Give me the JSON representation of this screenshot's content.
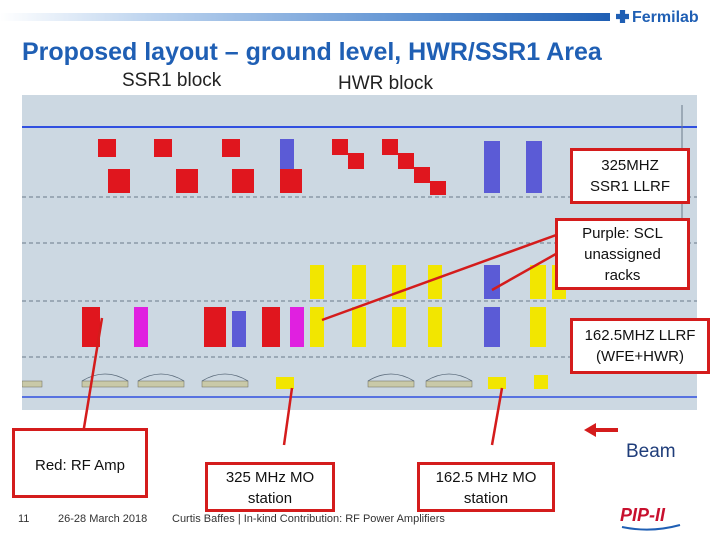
{
  "header": {
    "logo_text": "Fermilab",
    "title": "Proposed layout – ground level, HWR/SSR1 Area"
  },
  "blocks": {
    "ssr1": "SSR1 block",
    "hwr": "HWR block"
  },
  "annotations": {
    "ssr1_llrf": [
      "325MHZ",
      "SSR1 LLRF"
    ],
    "purple": [
      "Purple: SCL",
      "unassigned",
      "racks"
    ],
    "llrf_162": [
      "162.5MHZ LLRF",
      "(WFE+HWR)"
    ],
    "rf_amp": "Red: RF Amp",
    "mo_325": [
      "325 MHz MO",
      "station"
    ],
    "mo_162": [
      "162.5 MHz MO",
      "station"
    ],
    "beam": "Beam"
  },
  "footer": {
    "page_number": "11",
    "date": "26-28 March 2018",
    "presenter": "Curtis Baffes | In-kind Contribution:  RF Power Amplifiers",
    "project_logo": "PIP-II"
  },
  "colors": {
    "title": "#1f5fb4",
    "rf_amp": "#e0161e",
    "unassigned": "#5b5bd6",
    "llrf_162": "#f2e600",
    "llrf_325": "#e020e0",
    "annotation_border": "#d41c1c",
    "floor": "#ccd8e2"
  }
}
